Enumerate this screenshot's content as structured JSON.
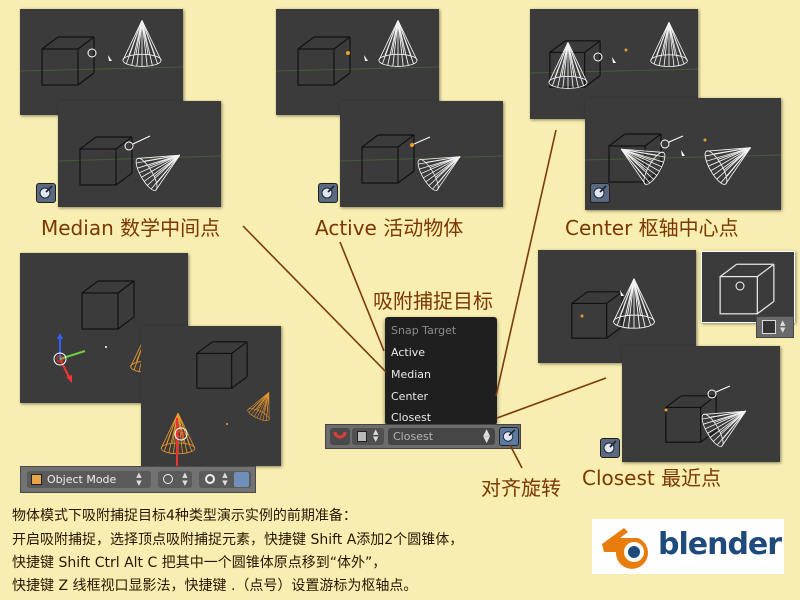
{
  "captions": {
    "median": "Median 数学中间点",
    "active": "Active 活动物体",
    "center": "Center 枢轴中心点",
    "closest": "Closest 最近点",
    "snap_target_heading": "吸附捕捉目标",
    "align_rotation": "对齐旋转"
  },
  "snap_menu": {
    "title": "Snap Target",
    "items": [
      "Active",
      "Median",
      "Center",
      "Closest"
    ]
  },
  "header_toolbar": {
    "selected": "Closest",
    "up_down_arrows": "▲▼"
  },
  "mode_bar": {
    "mode": "Object Mode",
    "up_down_arrows": "▲▼"
  },
  "description": {
    "line1": "物体模式下吸附捕捉目标4种类型演示实例的前期准备：",
    "line2": "开启吸附捕捉，选择顶点吸附捕捉元素，快捷键 Shift A添加2个圆锥体，",
    "line3": "快捷键 Shift Ctrl Alt C 把其中一个圆锥体原点移到“体外”，",
    "line4": "快捷键 Z 线框视口显影法，快捷键 .（点号）设置游标为枢轴点。"
  },
  "logo": {
    "word": "blender"
  },
  "colors": {
    "page_background": "#f8eeb1",
    "caption": "#7b3700",
    "viewport": "#3b3b3b",
    "menu_background": "#1f1f1f",
    "arrow_line": "#7b3a0a",
    "selected_orange": "#f09b2e",
    "logo_blue": "#1e4a7c",
    "logo_orange": "#e87d0d"
  }
}
